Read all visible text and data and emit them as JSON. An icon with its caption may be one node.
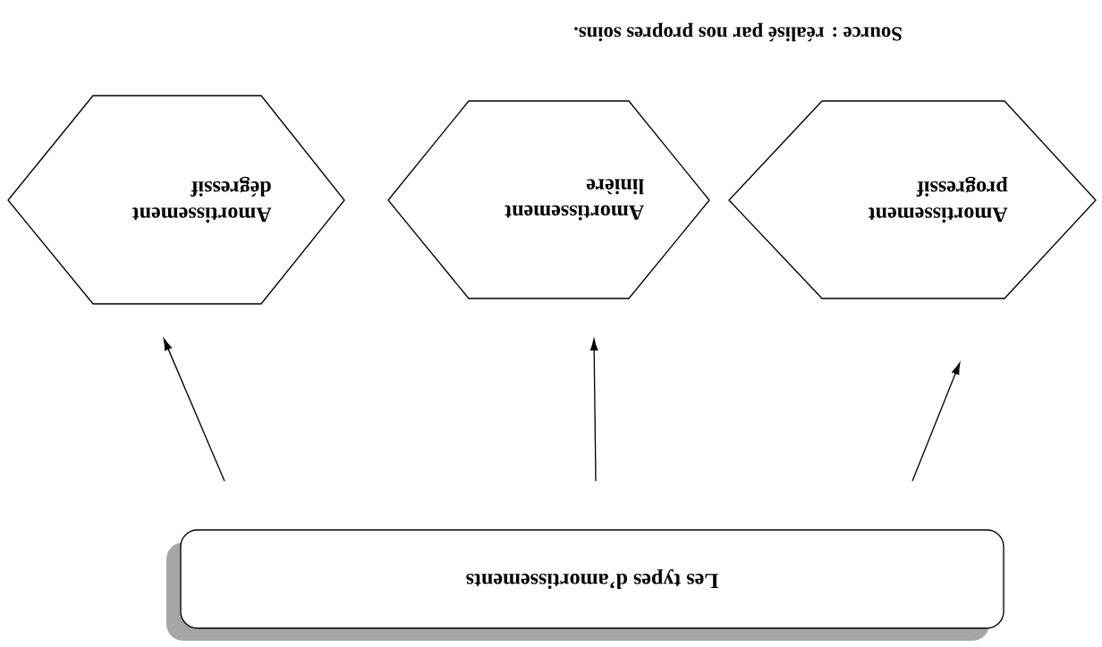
{
  "diagram": {
    "caption": "Source : réalisé par nos propres soins.",
    "nodes": [
      {
        "text": [
          "Les types d’amortissements"
        ]
      },
      {
        "text": [
          "Amortissement progressif"
        ]
      },
      {
        "text": [
          "Amortissement linière"
        ]
      },
      {
        "text": [
          "Amortissement dégressif"
        ]
      }
    ],
    "edges": [
      {
        "from": 0,
        "to": 1,
        "arrow": "to"
      },
      {
        "from": 0,
        "to": 2,
        "arrow": "to"
      },
      {
        "from": 0,
        "to": 3,
        "arrow": "to"
      }
    ]
  }
}
